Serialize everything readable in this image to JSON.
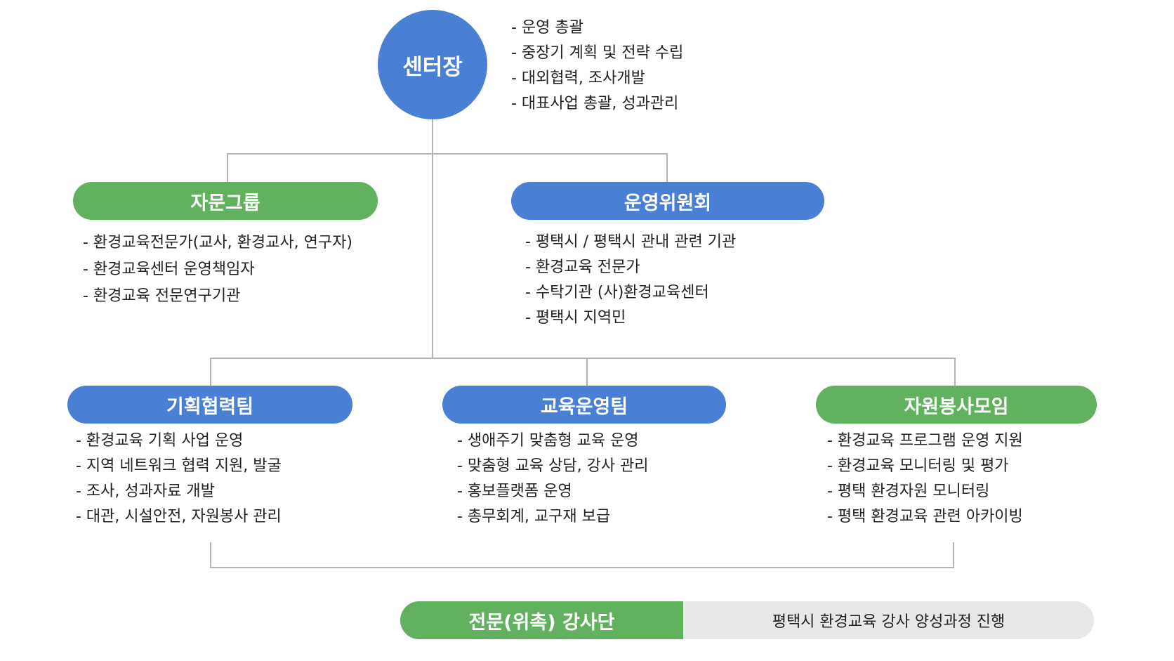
{
  "director": {
    "label": "센터장",
    "duties": [
      "- 운영 총괄",
      "- 중장기 계획 및 전략 수립",
      "- 대외협력, 조사개발",
      "- 대표사업 총괄, 성과관리"
    ]
  },
  "advisory": {
    "label": "자문그룹",
    "items": [
      "- 환경교육전문가(교사, 환경교사, 연구자)",
      "- 환경교육센터 운영책임자",
      "- 환경교육 전문연구기관"
    ]
  },
  "committee": {
    "label": "운영위원회",
    "items": [
      "- 평택시 / 평택시 관내 관련 기관",
      "- 환경교육 전문가",
      "- 수탁기관 (사)환경교육센터",
      "- 평택시 지역민"
    ]
  },
  "teams": [
    {
      "label": "기획협력팀",
      "items": [
        "- 환경교육 기획 사업 운영",
        "- 지역 네트워크 협력 지원, 발굴",
        "- 조사, 성과자료 개발",
        "- 대관, 시설안전, 자원봉사 관리"
      ]
    },
    {
      "label": "교육운영팀",
      "items": [
        "- 생애주기 맞춤형 교육 운영",
        "- 맞춤형 교육 상담, 강사 관리",
        "- 홍보플랫폼 운영",
        "- 총무회계, 교구재 보급"
      ]
    },
    {
      "label": "자원봉사모임",
      "items": [
        "- 환경교육 프로그램 운영 지원",
        "- 환경교육 모니터링 및 평가",
        "- 평택 환경자원 모니터링",
        "- 평택 환경교육 관련 아카이빙"
      ]
    }
  ],
  "instructors": {
    "label": "전문(위촉) 강사단",
    "description": "평택시 환경교육 강사 양성과정 진행"
  },
  "colors": {
    "blue": "#4a80d4",
    "green": "#62b15e",
    "line": "#b5b5b5",
    "bar_bg": "#e8e8e8"
  }
}
